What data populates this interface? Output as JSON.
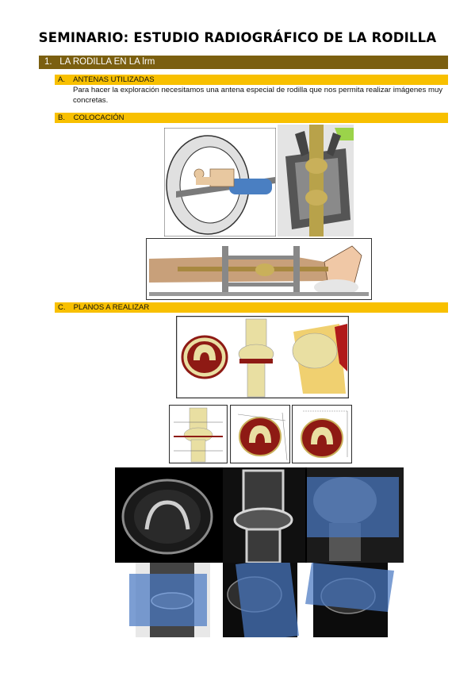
{
  "document": {
    "title": "SEMINARIO: ESTUDIO RADIOGRÁFICO DE LA RODILLA",
    "section": {
      "number": "1.",
      "label": "LA RODILLA EN LA lrm"
    },
    "subsections": [
      {
        "letter": "A.",
        "label": "ANTENAS UTILIZADAS"
      },
      {
        "letter": "B.",
        "label": "COLOCACIÓN"
      },
      {
        "letter": "C.",
        "label": "PLANOS A REALIZAR"
      }
    ],
    "paragraph": "Para hacer la exploración necesitamos una antena especial de rodilla que nos permita realizar imágenes muy concretas."
  },
  "colors": {
    "section_bar": "#7b5f10",
    "subsection_bar": "#f8c000",
    "bone": "#e9dfa2",
    "marrow_red": "#8e1a14",
    "scan_plane_blue": "#4a78c2"
  }
}
